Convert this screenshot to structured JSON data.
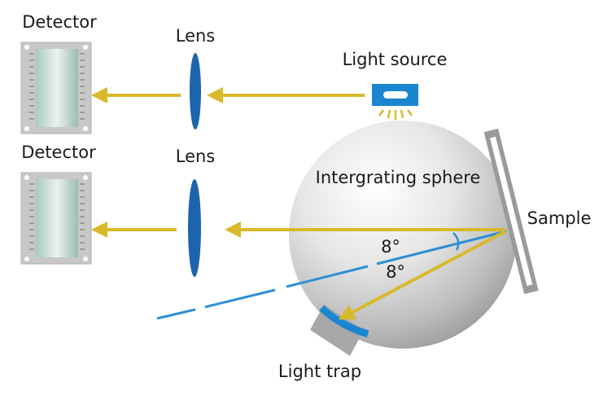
{
  "labels": {
    "detector_top": "Detector",
    "detector_bottom": "Detector",
    "lens_top": "Lens",
    "lens_bottom": "Lens",
    "light_source": "Light source",
    "sphere": "Intergrating sphere",
    "sample": "Sample",
    "angle_upper": "8°",
    "angle_lower": "8°",
    "light_trap": "Light trap"
  },
  "colors": {
    "beam": "#d9b92c",
    "normal_line": "#2b8fd4",
    "lens": "#1e64ad",
    "source": "#1a86d0",
    "trap_band": "#1a86d0",
    "sample_plate": "#9a9a9a",
    "trap_body": "#a8a8a8"
  },
  "icons": [
    "detector-icon",
    "lens-icon",
    "light-source-icon",
    "integrating-sphere-icon",
    "sample-plate-icon",
    "light-trap-icon"
  ]
}
